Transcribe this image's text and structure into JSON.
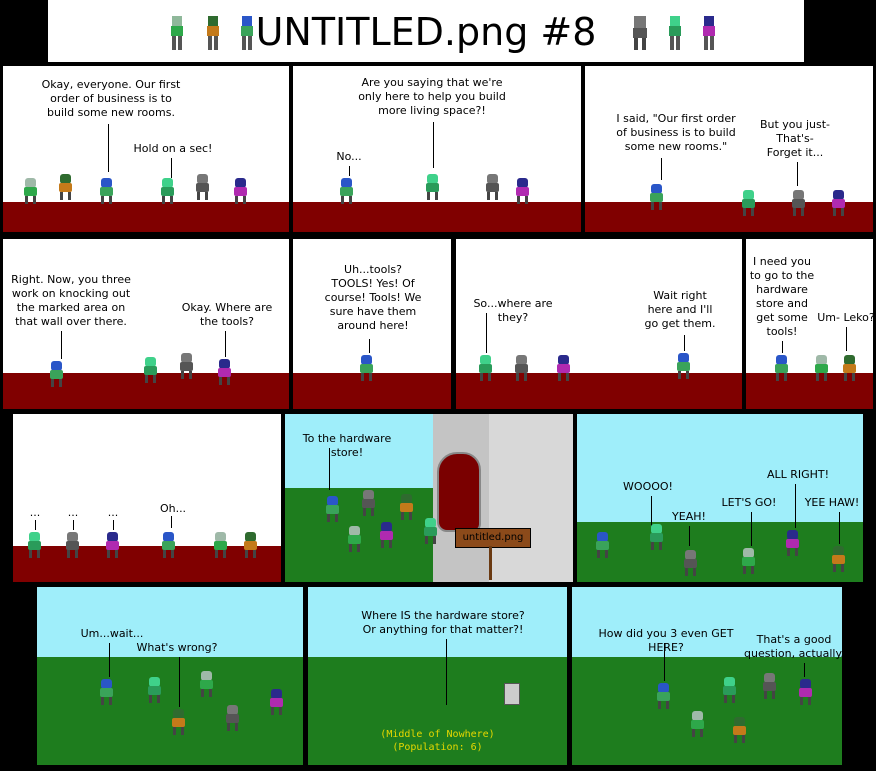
{
  "title": "UNTITLED.png #8",
  "colors": {
    "floor": "#800000",
    "sky": "#9feefa",
    "grass": "#1e7d1e",
    "wall": "#d8d8d8",
    "sign": "#8b4a1a",
    "mono_text": "#e6d800"
  },
  "panels": {
    "p1": {
      "speech": [
        "Okay, everyone. Our first\norder of business is to\nbuild some new rooms.",
        "Hold on a sec!"
      ]
    },
    "p2": {
      "speech": [
        "Are you saying that we're\nonly here to help you build\nmore living space?!",
        "No..."
      ]
    },
    "p3": {
      "speech": [
        "I said, \"Our first order\nof business is to build\nsome new rooms.\"",
        "But you just-\nThat's-\nForget it..."
      ]
    },
    "p4": {
      "speech": [
        "Right. Now, you three\nwork on knocking out\nthe marked area on\nthat wall over there.",
        "Okay. Where are\nthe tools?"
      ]
    },
    "p5": {
      "speech": [
        "Uh...tools?\nTOOLS! Yes! Of\ncourse! Tools! We\nsure have them\naround here!"
      ]
    },
    "p6": {
      "speech": [
        "So...where are they?",
        "Wait right\nhere and I'll\ngo get them."
      ]
    },
    "p7": {
      "speech": [
        "I need you\nto go to the\nhardware\nstore and\nget some\ntools!",
        "Um- Leko?"
      ]
    },
    "p8": {
      "speech": [
        "...",
        "...",
        "...",
        "Oh..."
      ]
    },
    "p9": {
      "speech": [
        "To the hardware store!"
      ],
      "sign": "untitled.png"
    },
    "p10": {
      "speech": [
        "WOOOO!",
        "YEAH!",
        "LET'S GO!",
        "ALL RIGHT!",
        "YEE HAW!"
      ]
    },
    "p11": {
      "speech": [
        "Um...wait...",
        "What's wrong?"
      ]
    },
    "p12": {
      "speech": [
        "Where IS the hardware store?\nOr anything for that matter?!"
      ],
      "caption": [
        "(Middle of Nowhere)",
        "(Population: 6)"
      ]
    },
    "p13": {
      "speech": [
        "How did you 3 even GET HERE?",
        "That's a good\nquestion, actually."
      ]
    }
  }
}
